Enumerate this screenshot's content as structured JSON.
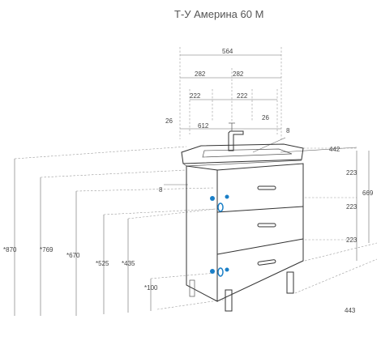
{
  "title": "Т-У Америна 60 М",
  "dimensions": {
    "width_total": "564",
    "half_left": "282",
    "half_right": "282",
    "inner_left": "222",
    "inner_right": "222",
    "edge_left": "26",
    "center_gap": "612",
    "edge_right": "26",
    "depth_top": "442",
    "depth_bottom": "443",
    "sink_width_label": "8",
    "side_offset_label": "8",
    "drawer_1": "223",
    "drawer_2": "223",
    "drawer_3": "223",
    "body_height": "669",
    "h_total": "*870",
    "h_769": "*769",
    "h_670": "*670",
    "h_525": "*525",
    "h_435": "*435",
    "h_100": "*100"
  },
  "colors": {
    "outline": "#333333",
    "dimension": "#6a6a6a",
    "accent": "#1a7fc7"
  }
}
